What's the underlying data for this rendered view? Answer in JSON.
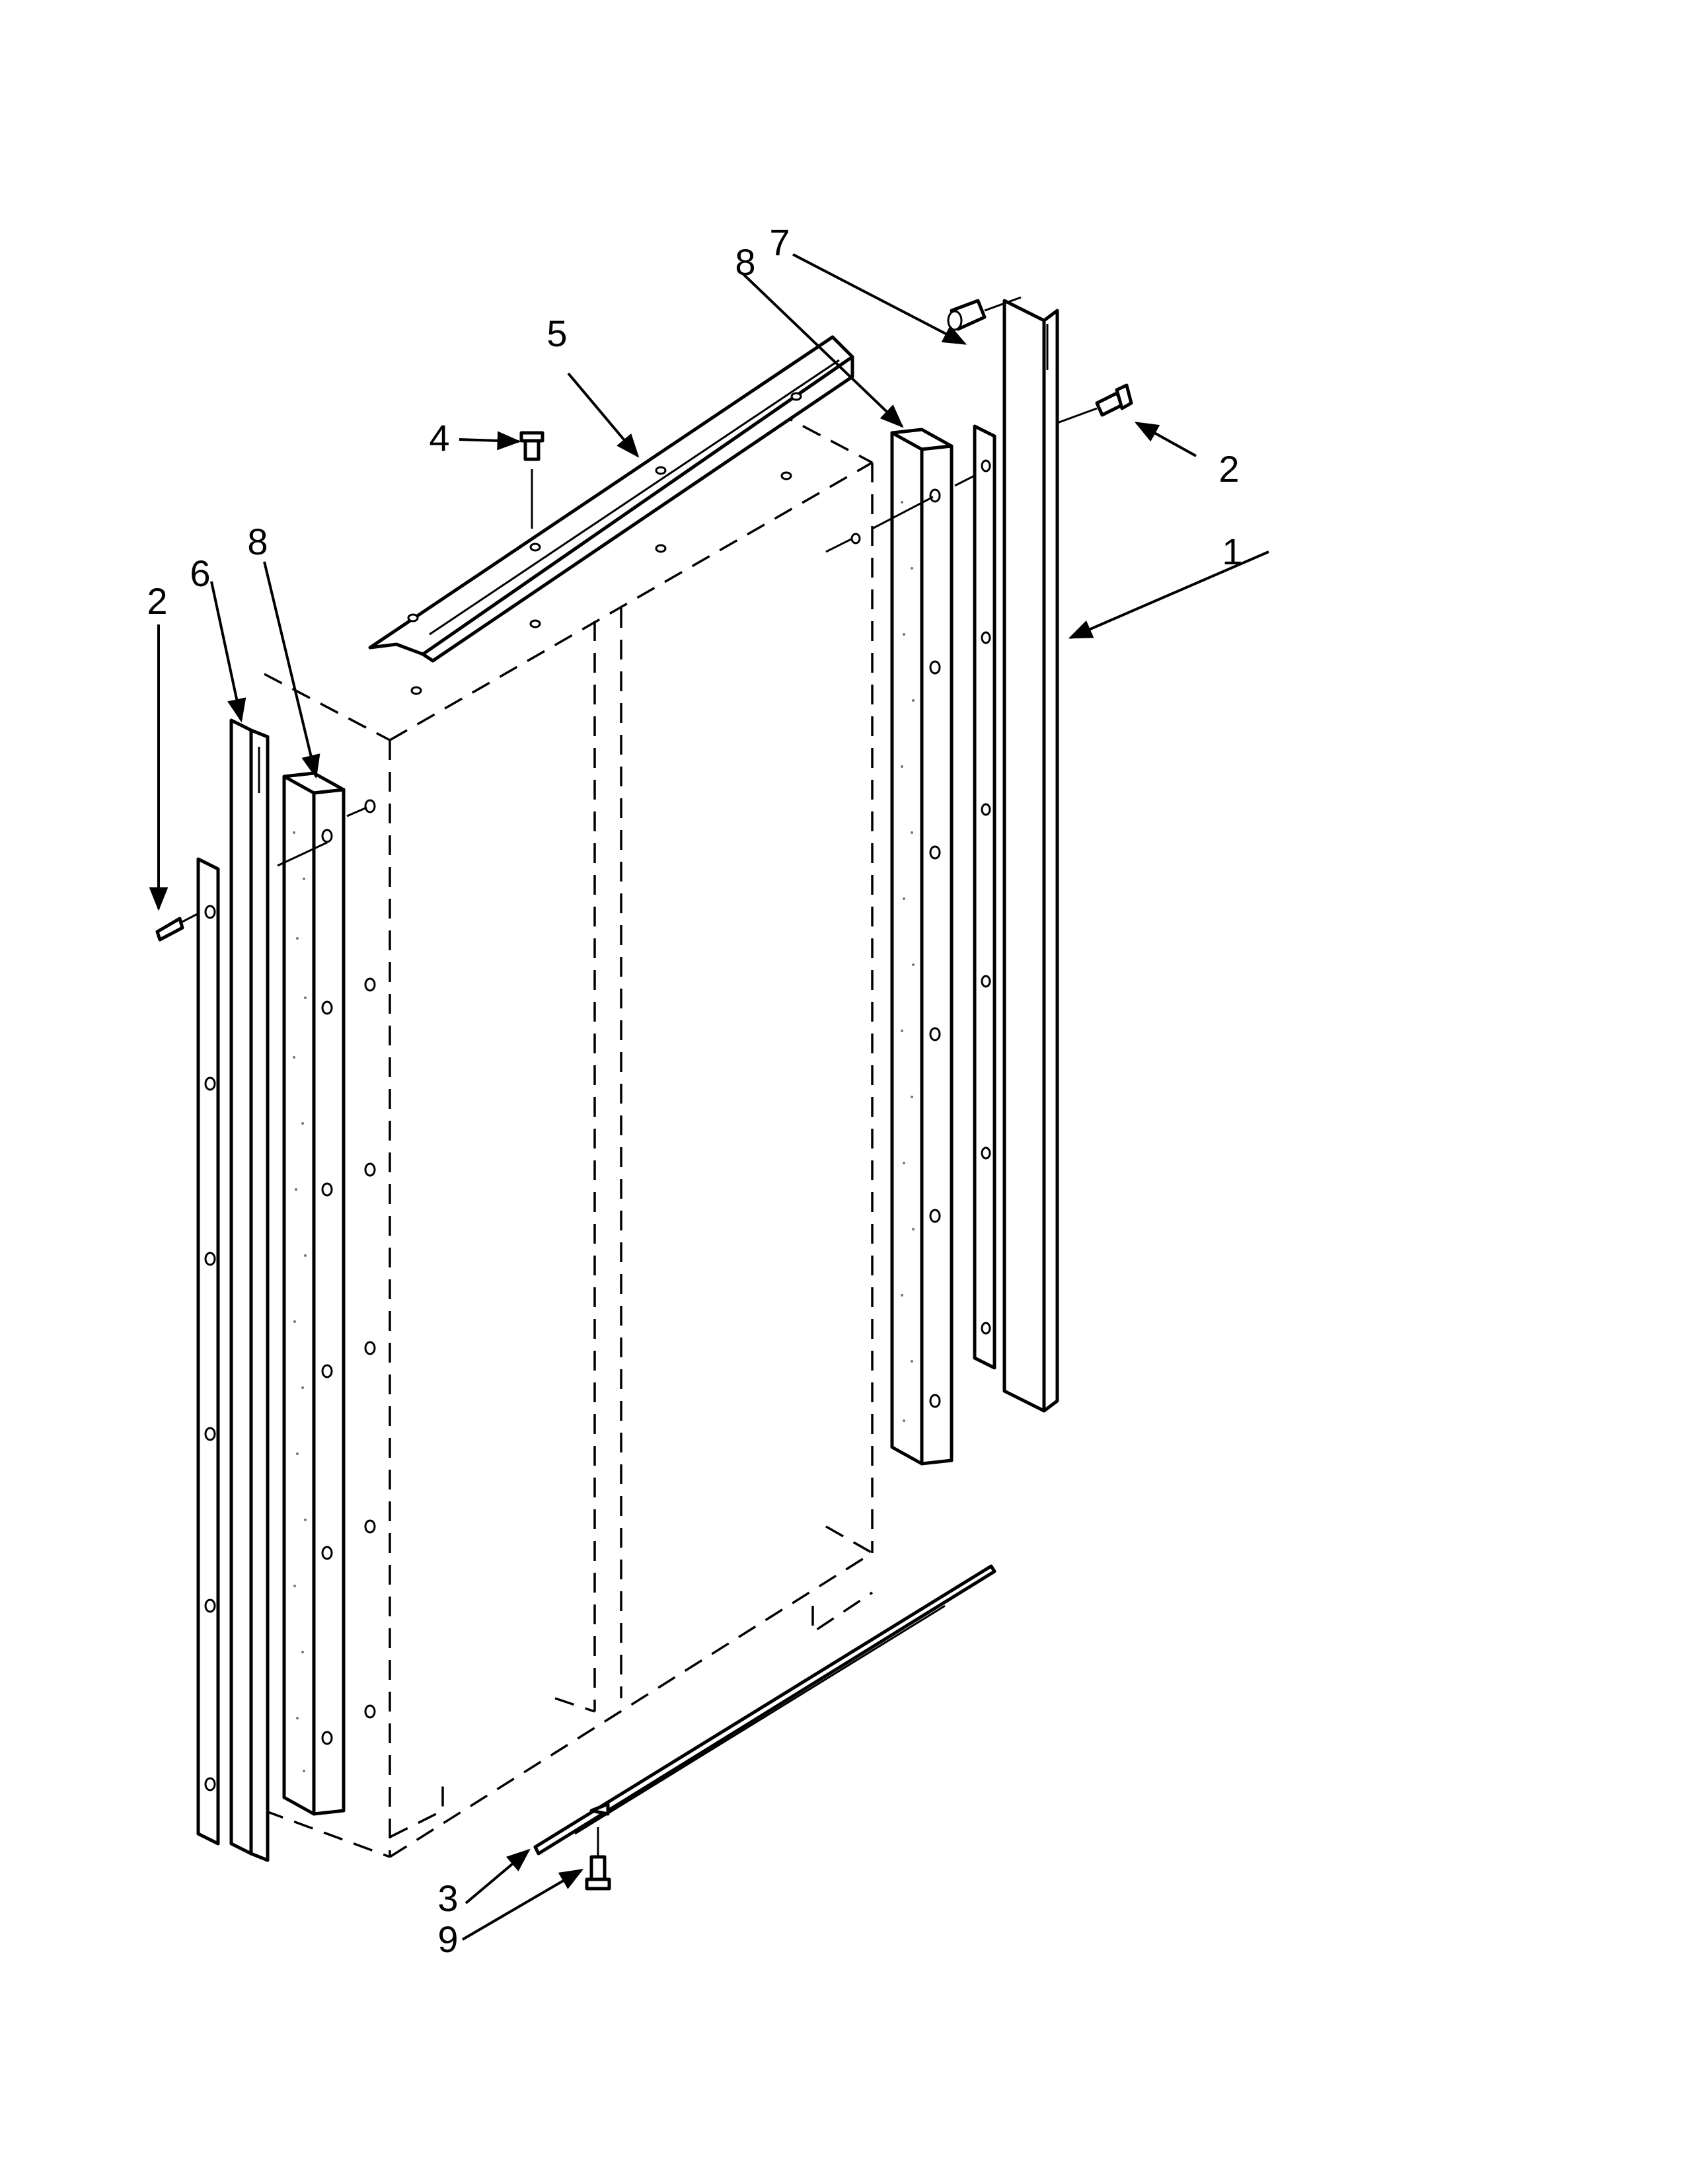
{
  "callouts": {
    "c1": "1",
    "c2_right": "2",
    "c2_left": "2",
    "c3": "3",
    "c4": "4",
    "c5": "5",
    "c6": "6",
    "c7": "7",
    "c8_left": "8",
    "c8_right": "8",
    "c9": "9"
  }
}
